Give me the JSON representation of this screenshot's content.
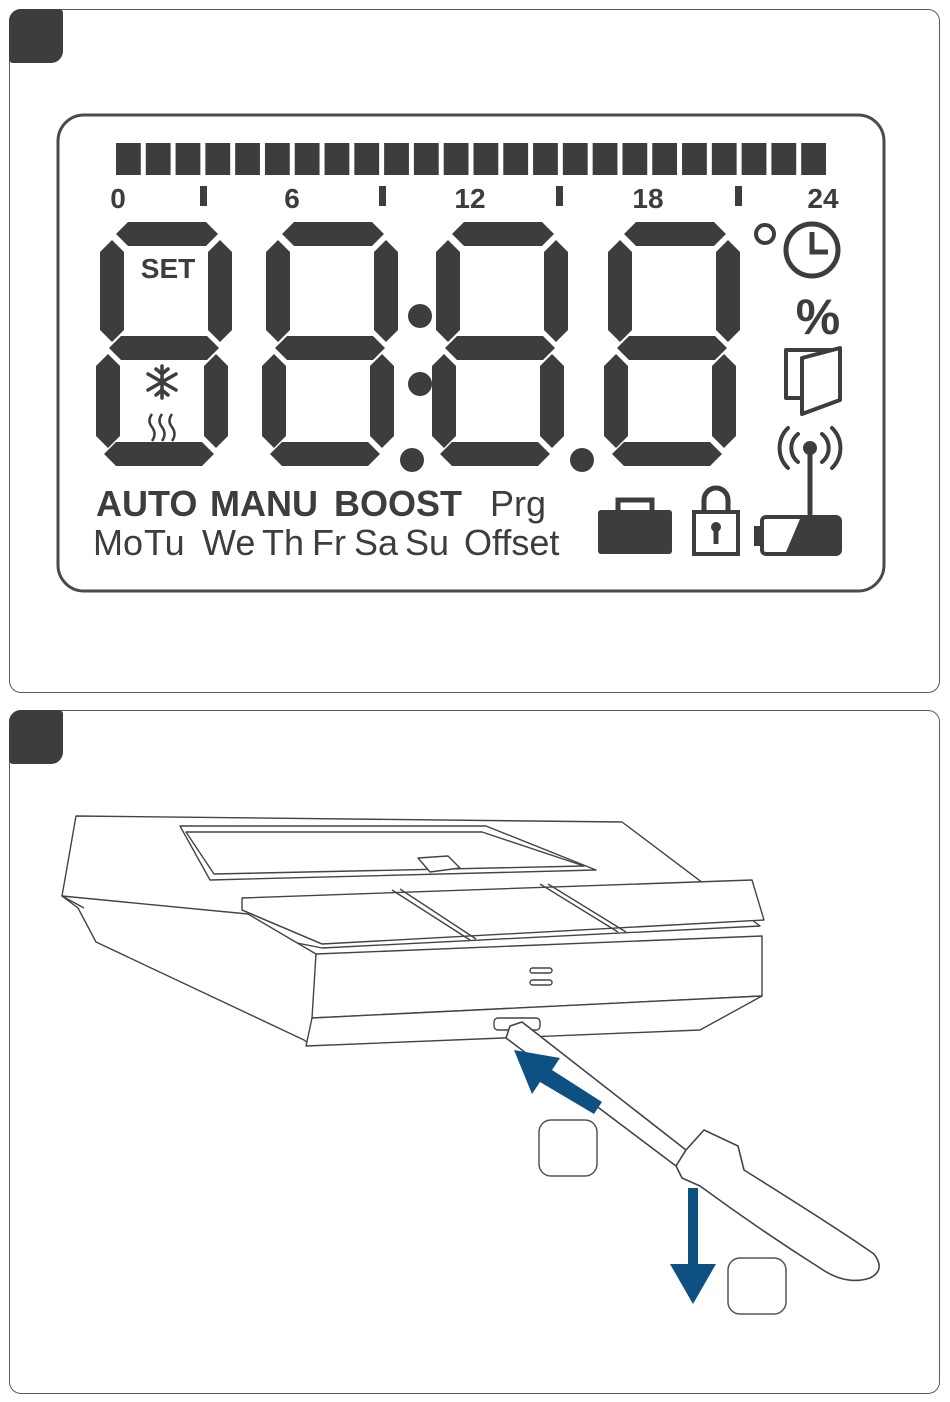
{
  "lcd": {
    "hour_marks": [
      "0",
      "6",
      "12",
      "18",
      "24"
    ],
    "set_label": "SET",
    "degree_symbol": "°",
    "percent_symbol": "%",
    "modes": [
      "AUTO",
      "MANU",
      "BOOST"
    ],
    "prg_label": "Prg",
    "days": [
      "Mo",
      "Tu",
      "We",
      "Th",
      "Fr",
      "Sa",
      "Su"
    ],
    "offset_label": "Offset",
    "time_bar_segments": 24
  },
  "colors": {
    "segment": "#3d3d3d",
    "arrow": "#0d5182",
    "outline": "#4a4a4a"
  },
  "icons": [
    "snowflake-icon",
    "heating-icon",
    "clock-icon",
    "window-open-icon",
    "antenna-icon",
    "suitcase-icon",
    "lock-icon",
    "battery-icon",
    "screwdriver-icon"
  ]
}
